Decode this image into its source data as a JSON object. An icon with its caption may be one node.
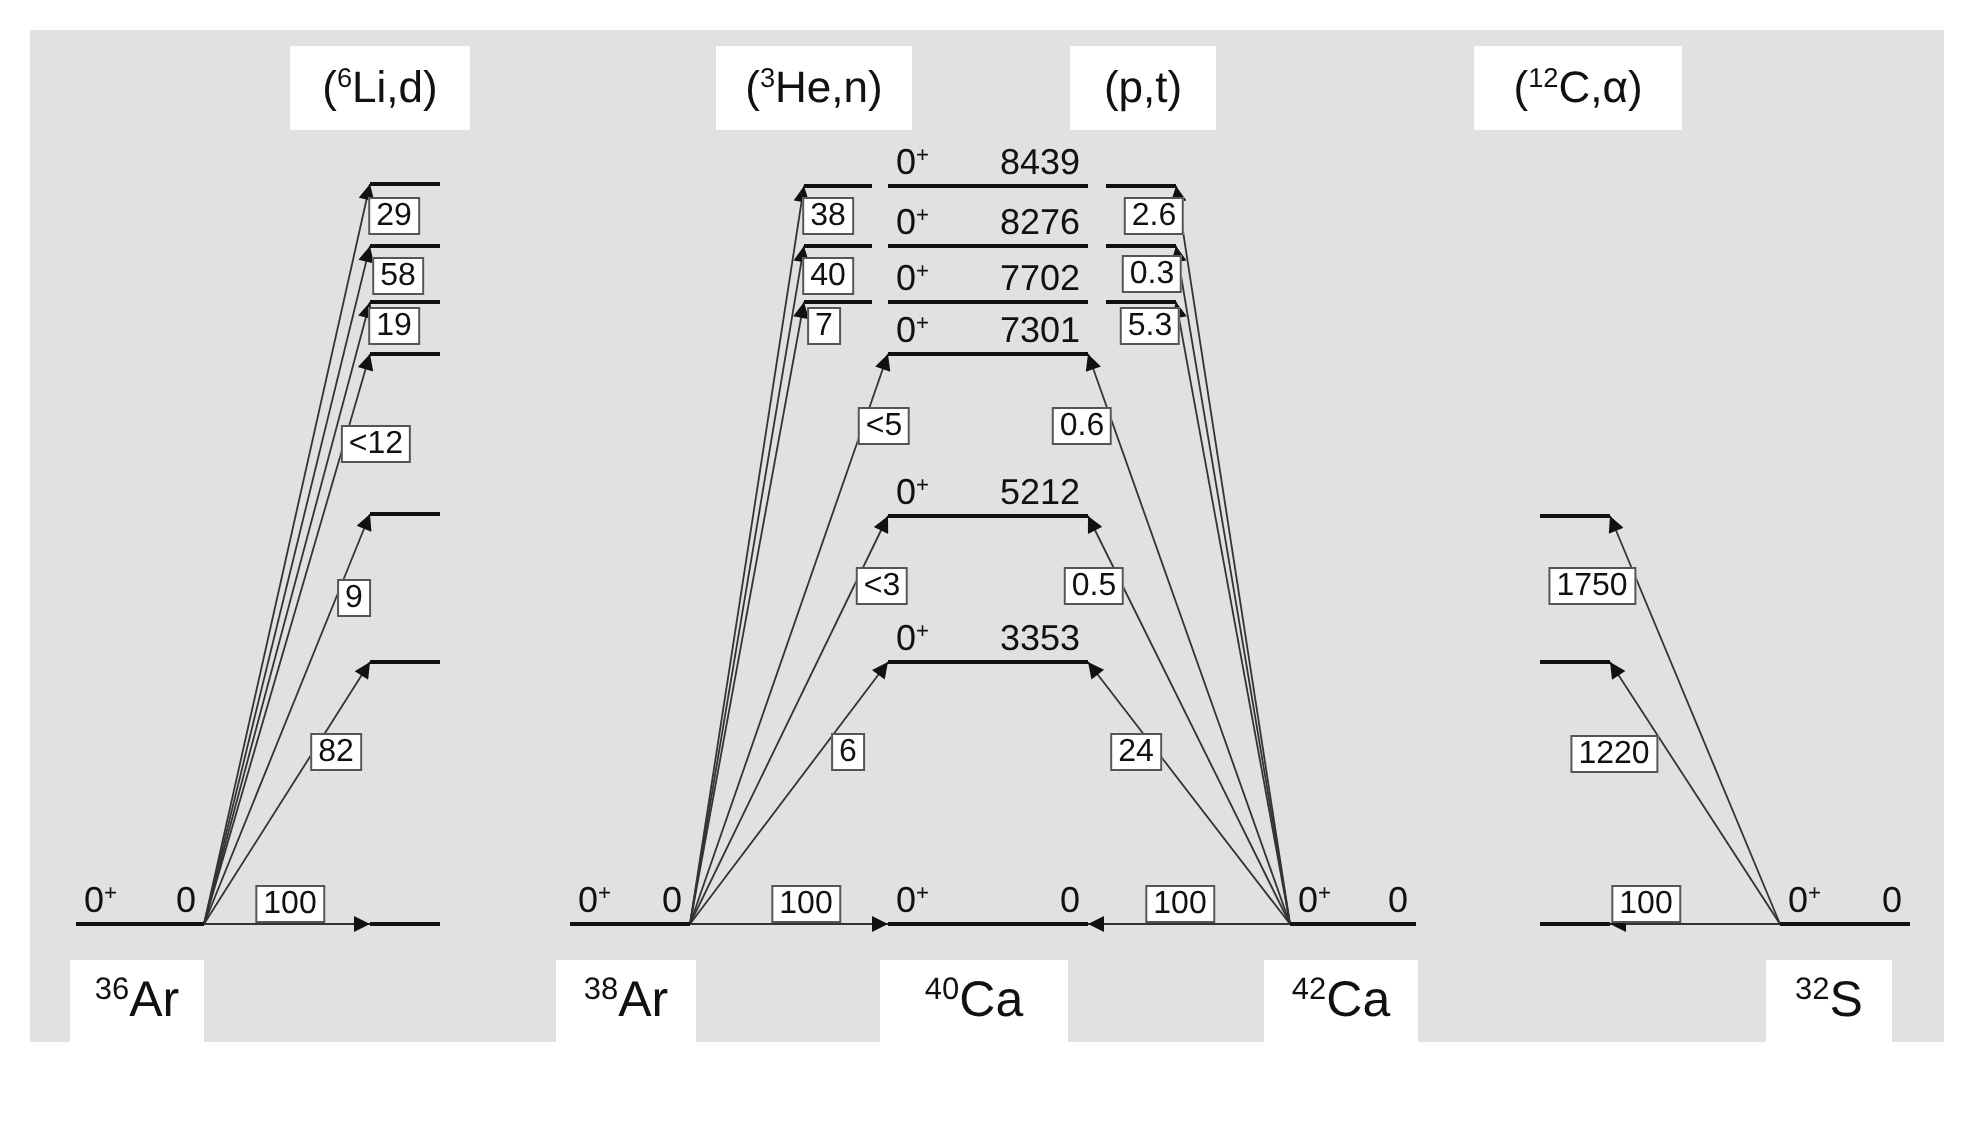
{
  "diagram": {
    "nodes": [
      {
        "text": [
          "($^{6}$Li,d)"
        ]
      },
      {
        "text": [
          "($^{3}$He,n)"
        ]
      },
      {
        "text": [
          "(p,t)"
        ]
      },
      {
        "text": [
          "($^{12}$C,α)"
        ]
      },
      {
        "text": [
          "0$^{+}$",
          "0"
        ]
      },
      {
        "text": [],
        "shape": "bar"
      },
      {
        "text": [],
        "shape": "bar"
      },
      {
        "text": [],
        "shape": "bar"
      },
      {
        "text": [],
        "shape": "bar"
      },
      {
        "text": [],
        "shape": "bar"
      },
      {
        "text": [],
        "shape": "bar"
      },
      {
        "text": [],
        "shape": "bar"
      },
      {
        "text": [
          "0$^{+}$",
          "0"
        ]
      },
      {
        "text": [],
        "shape": "bar"
      },
      {
        "text": [],
        "shape": "bar"
      },
      {
        "text": [],
        "shape": "bar"
      },
      {
        "text": [
          "0$^{+}$",
          "8439"
        ]
      },
      {
        "text": [
          "0$^{+}$",
          "8276"
        ]
      },
      {
        "text": [
          "0$^{+}$",
          "7702"
        ]
      },
      {
        "text": [
          "0$^{+}$",
          "7301"
        ]
      },
      {
        "text": [
          "0$^{+}$",
          "5212"
        ]
      },
      {
        "text": [
          "0$^{+}$",
          "3353"
        ]
      },
      {
        "text": [
          "0$^{+}$",
          "0"
        ]
      },
      {
        "text": [],
        "shape": "bar"
      },
      {
        "text": [],
        "shape": "bar"
      },
      {
        "text": [],
        "shape": "bar"
      },
      {
        "text": [
          "0$^{+}$",
          "0"
        ]
      },
      {
        "text": [],
        "shape": "bar"
      },
      {
        "text": [],
        "shape": "bar"
      },
      {
        "text": [],
        "shape": "bar"
      },
      {
        "text": [
          "0$^{+}$",
          "0"
        ]
      },
      {
        "text": [
          "$^{36}$Ar"
        ]
      },
      {
        "text": [
          "$^{38}$Ar"
        ]
      },
      {
        "text": [
          "$^{40}$Ca"
        ]
      },
      {
        "text": [
          "$^{42}$Ca"
        ]
      },
      {
        "text": [
          "$^{32}$S"
        ]
      }
    ],
    "edges": [
      {
        "from": 4,
        "to": 11,
        "arrow": "to",
        "label": "100"
      },
      {
        "from": 4,
        "to": 10,
        "arrow": "to",
        "label": "82"
      },
      {
        "from": 4,
        "to": 9,
        "arrow": "to",
        "label": "9"
      },
      {
        "from": 4,
        "to": 8,
        "arrow": "to",
        "label": "<12"
      },
      {
        "from": 4,
        "to": 7,
        "arrow": "to",
        "label": "19"
      },
      {
        "from": 4,
        "to": 6,
        "arrow": "to",
        "label": "58"
      },
      {
        "from": 4,
        "to": 5,
        "arrow": "to",
        "label": "29"
      },
      {
        "from": 12,
        "to": 22,
        "arrow": "to",
        "label": "100"
      },
      {
        "from": 12,
        "to": 21,
        "arrow": "to",
        "label": "6"
      },
      {
        "from": 12,
        "to": 20,
        "arrow": "to",
        "label": "<3"
      },
      {
        "from": 12,
        "to": 19,
        "arrow": "to",
        "label": "<5"
      },
      {
        "from": 12,
        "to": 15,
        "arrow": "to",
        "label": "7"
      },
      {
        "from": 12,
        "to": 14,
        "arrow": "to",
        "label": "40"
      },
      {
        "from": 12,
        "to": 13,
        "arrow": "to",
        "label": "38"
      },
      {
        "from": 26,
        "to": 22,
        "arrow": "to",
        "label": "100"
      },
      {
        "from": 26,
        "to": 21,
        "arrow": "to",
        "label": "24"
      },
      {
        "from": 26,
        "to": 20,
        "arrow": "to",
        "label": "0.5"
      },
      {
        "from": 26,
        "to": 19,
        "arrow": "to",
        "label": "0.6"
      },
      {
        "from": 26,
        "to": 25,
        "arrow": "to",
        "label": "5.3"
      },
      {
        "from": 26,
        "to": 24,
        "arrow": "to",
        "label": "0.3"
      },
      {
        "from": 26,
        "to": 23,
        "arrow": "to",
        "label": "2.6"
      },
      {
        "from": 30,
        "to": 29,
        "arrow": "to",
        "label": "100"
      },
      {
        "from": 30,
        "to": 28,
        "arrow": "to",
        "label": "1220"
      },
      {
        "from": 30,
        "to": 27,
        "arrow": "to",
        "label": "1750"
      }
    ]
  }
}
